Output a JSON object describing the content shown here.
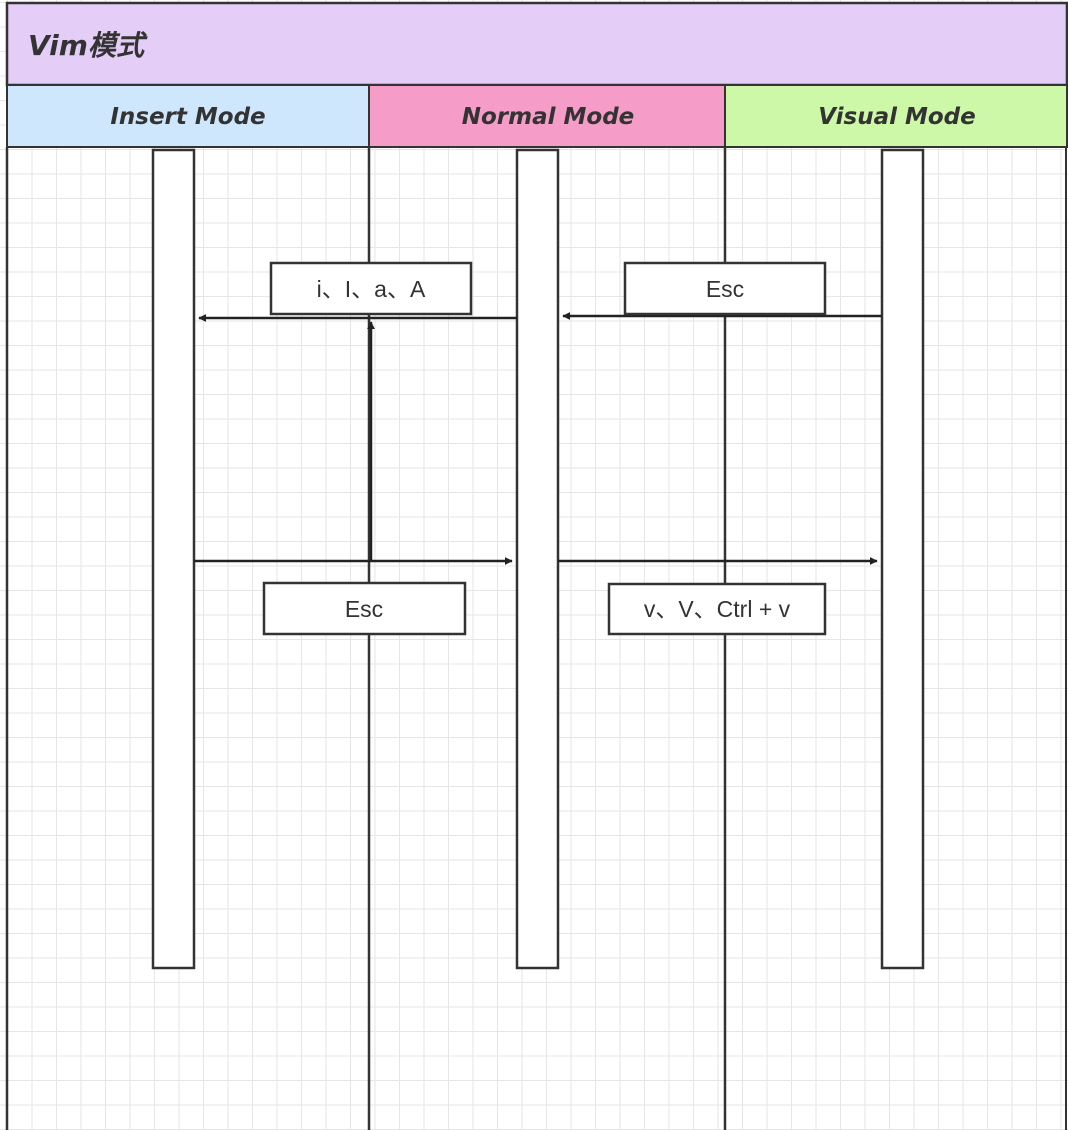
{
  "diagram": {
    "title": "Vim模式",
    "title_color": "#e4cdf6",
    "lanes": [
      {
        "id": "insert",
        "label": "Insert Mode",
        "color": "#cfe7fc"
      },
      {
        "id": "normal",
        "label": "Normal Mode",
        "color": "#f59dc8"
      },
      {
        "id": "visual",
        "label": "Visual Mode",
        "color": "#cdf8a8"
      }
    ],
    "transitions": [
      {
        "from": "normal",
        "to": "insert",
        "label": "i、I、a、A"
      },
      {
        "from": "visual",
        "to": "normal",
        "label": "Esc"
      },
      {
        "from": "insert",
        "to": "normal",
        "label": "Esc"
      },
      {
        "from": "normal",
        "to": "visual",
        "label": "v、V、Ctrl + v"
      }
    ]
  }
}
